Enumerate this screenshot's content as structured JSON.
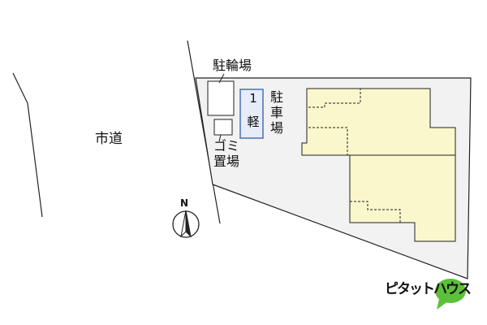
{
  "map": {
    "road_label": "市道",
    "bicycle_parking_label": "駐輪場",
    "trash_area_label": "ゴミ置場",
    "parking_label": "駐車場",
    "parking_space": {
      "number": "1",
      "kind": "軽"
    },
    "north_label": "N"
  },
  "logo": {
    "text": "ピタットハウス"
  },
  "colors": {
    "site_fill": "#f2f2f2",
    "building_fill": "#fbf7cc",
    "parking_space_fill": "#e6edf9",
    "parking_space_border": "#4a6fb5",
    "outline": "#222222",
    "logo_green": "#5cc03a"
  },
  "icons": {
    "north_arrow": "north-arrow-icon",
    "logo_mark": "speech-bubble-icon"
  }
}
